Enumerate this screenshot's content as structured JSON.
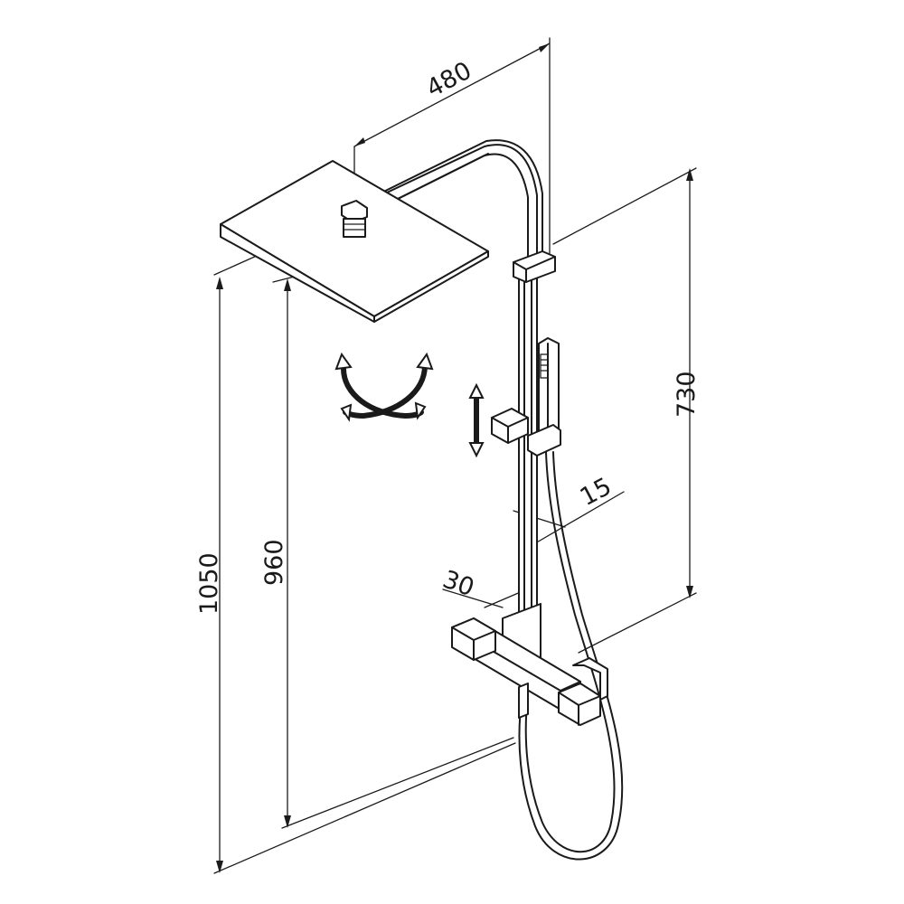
{
  "dimensions": {
    "width_top": "480",
    "height_total": "1050",
    "height_head": "960",
    "height_rail": "730",
    "offset_small": "15",
    "offset_medium": "30"
  },
  "icons": {
    "rotate": "rotate-arrows-icon",
    "vertical": "vertical-adjust-arrow-icon"
  }
}
